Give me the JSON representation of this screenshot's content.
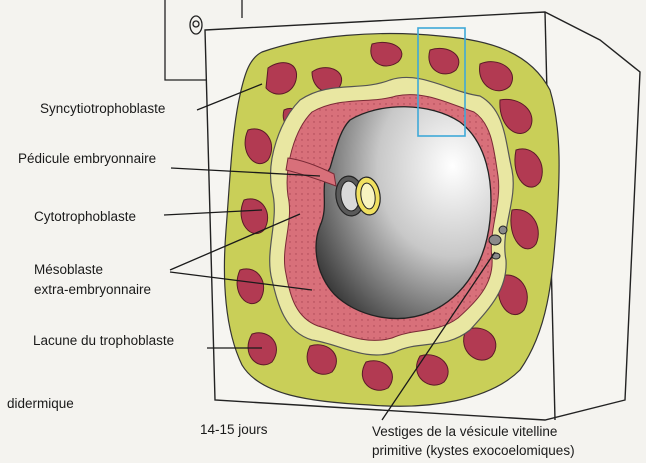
{
  "labels": {
    "syncytiotrophoblaste": "Syncytiotrophoblaste",
    "pedicule": "Pédicule embryonnaire",
    "cytotrophoblaste": "Cytotrophoblaste",
    "mesoblaste_line1": "Mésoblaste",
    "mesoblaste_line2": "extra-embryonnaire",
    "lacune": "Lacune du trophoblaste",
    "didermique": "didermique",
    "stage": "14-15 jours",
    "vestiges_line1": "Vestiges de la vésicule vitelline",
    "vestiges_line2": "primitive (kystes exocoelomiques)"
  },
  "colors": {
    "syncytium": "#c9cf58",
    "cytotrophoblast": "#e9e7a2",
    "lacuna": "#b23a52",
    "mesoblast": "#d8707a",
    "cavity_light": "#ffffff",
    "cavity_dark": "#3a3a3a",
    "highlight_box": "#3fa9d8",
    "amnion": "#f0e060",
    "epiblast_ring": "#5a5a5a",
    "outline": "#222222"
  }
}
